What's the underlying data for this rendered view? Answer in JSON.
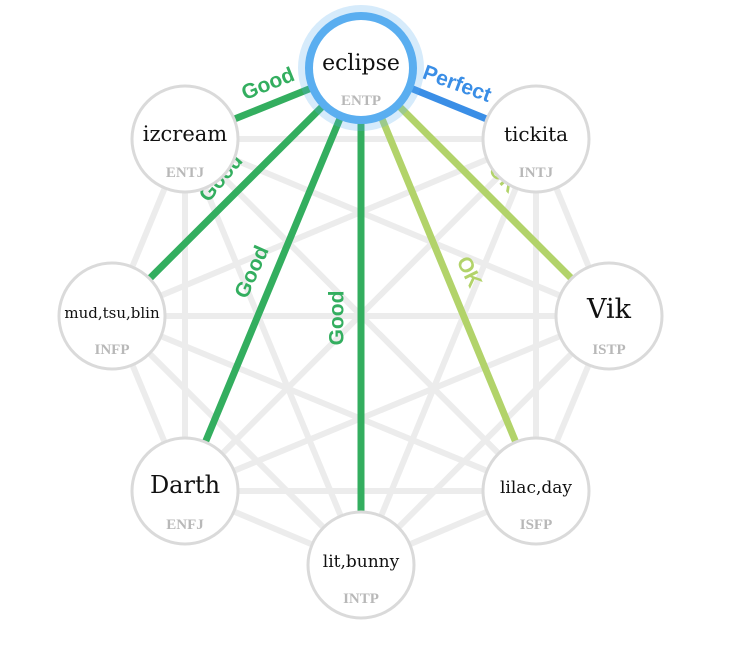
{
  "colors": {
    "perfect": "#3a8ee6",
    "good": "#33ae5f",
    "ok": "#b2d36a",
    "background_edge": "#ececec",
    "node_border": "#dadada",
    "center_ring": "#5aaef0",
    "type_text": "#b8b8b8"
  },
  "center": {
    "name": "eclipse",
    "type": "ENTP"
  },
  "nodes": [
    {
      "id": "izcream",
      "name": "izcream",
      "type": "ENTJ"
    },
    {
      "id": "tickita",
      "name": "tickita",
      "type": "INTJ"
    },
    {
      "id": "mud",
      "name": "mud,tsu,blin",
      "type": "INFP"
    },
    {
      "id": "vik",
      "name": "Vik",
      "type": "ISTP"
    },
    {
      "id": "darth",
      "name": "Darth",
      "type": "ENFJ"
    },
    {
      "id": "lilac",
      "name": "lilac,day",
      "type": "ISFP"
    },
    {
      "id": "lit",
      "name": "lit,bunny",
      "type": "INTP"
    }
  ],
  "relations": [
    {
      "to": "izcream",
      "label": "Good",
      "level": "good"
    },
    {
      "to": "tickita",
      "label": "Perfect",
      "level": "perfect"
    },
    {
      "to": "mud",
      "label": "Good",
      "level": "good"
    },
    {
      "to": "vik",
      "label": "OK",
      "level": "ok"
    },
    {
      "to": "darth",
      "label": "Good",
      "level": "good"
    },
    {
      "to": "lilac",
      "label": "OK",
      "level": "ok"
    },
    {
      "to": "lit",
      "label": "Good",
      "level": "good"
    }
  ]
}
